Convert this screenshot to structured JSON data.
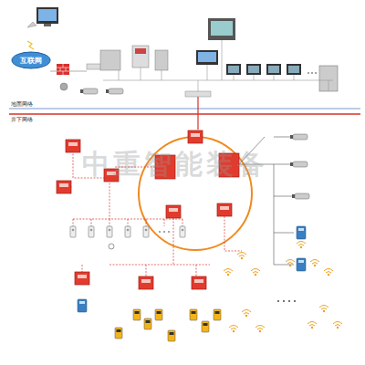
{
  "diagram": {
    "nodes": [
      {
        "text": [
          "互联网"
        ]
      }
    ],
    "labels": [
      "地面网络",
      "井下网络",
      "中重智能装备"
    ]
  }
}
